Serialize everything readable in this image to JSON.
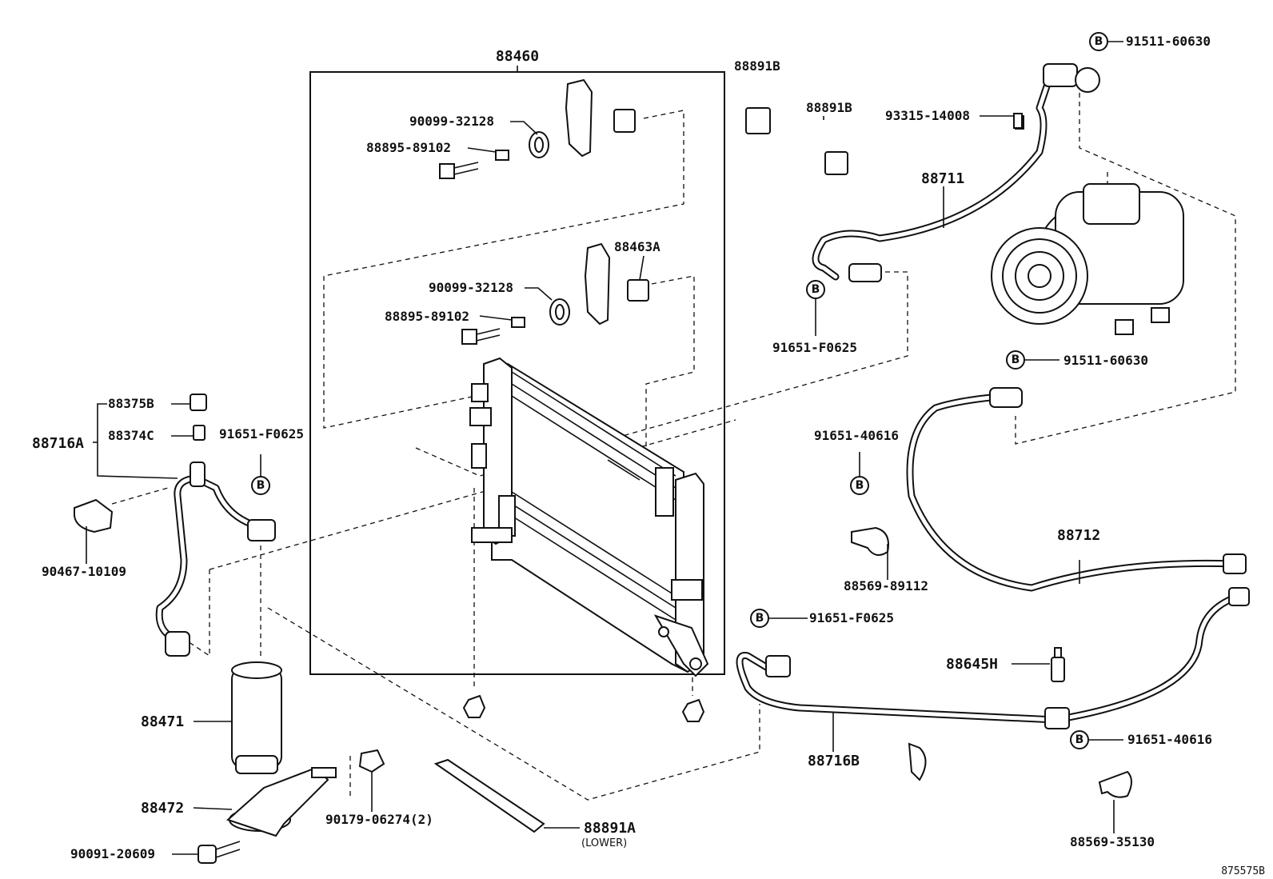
{
  "diagram_id": "875575B",
  "bolt_marker": "B",
  "labels": {
    "p88460": "88460",
    "p88891B_a": "88891B",
    "p88891B_b": "88891B",
    "p91511_top": "91511-60630",
    "p93315": "93315-14008",
    "p90099_a": "90099-32128",
    "p88895_a": "88895-89102",
    "p88711": "88711",
    "p88463A": "88463A",
    "p90099_b": "90099-32128",
    "p88895_b": "88895-89102",
    "p91651_F0625_mid": "91651-F0625",
    "p91511_mid": "91511-60630",
    "p88375B": "88375B",
    "p88374C": "88374C",
    "p88716A": "88716A",
    "p91651_F0625_left": "91651-F0625",
    "p91651_40616_mid": "91651-40616",
    "p90467": "90467-10109",
    "p88712": "88712",
    "p88569_89112": "88569-89112",
    "p91651_F0625_right": "91651-F0625",
    "p88645H": "88645H",
    "p88471": "88471",
    "p91651_40616_right": "91651-40616",
    "p88716B": "88716B",
    "p88472": "88472",
    "p90179": "90179-06274(2)",
    "p88891A": "88891A",
    "p88891A_note": "(LOWER)",
    "p90091": "90091-20609",
    "p88569_35130": "88569-35130"
  }
}
